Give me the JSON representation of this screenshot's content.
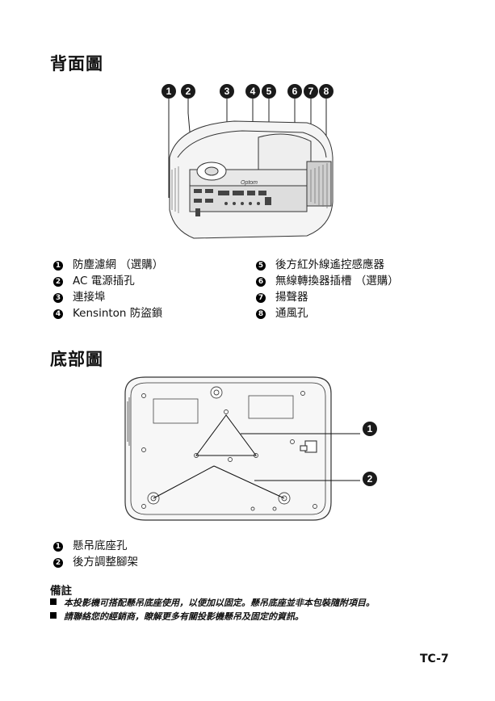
{
  "rear_view": {
    "heading": "背面圖",
    "callouts": [
      "1",
      "2",
      "3",
      "4",
      "5",
      "6",
      "7",
      "8"
    ],
    "brand_mark": "Optom",
    "items_left": [
      {
        "num": "1",
        "label": "防塵濾網 （選購）"
      },
      {
        "num": "2",
        "label": "AC 電源插孔"
      },
      {
        "num": "3",
        "label": "連接埠"
      },
      {
        "num": "4",
        "label": "Kensinton 防盜鎖"
      }
    ],
    "items_right": [
      {
        "num": "5",
        "label": "後方紅外線遙控感應器"
      },
      {
        "num": "6",
        "label": "無線轉換器插槽 （選購）"
      },
      {
        "num": "7",
        "label": "揚聲器"
      },
      {
        "num": "8",
        "label": "通風孔"
      }
    ]
  },
  "bottom_view": {
    "heading": "底部圖",
    "callouts": [
      "1",
      "2"
    ],
    "items": [
      {
        "num": "1",
        "label": "懸吊底座孔"
      },
      {
        "num": "2",
        "label": "後方調整腳架"
      }
    ]
  },
  "note": {
    "title": "備註",
    "lines": [
      "本投影機可搭配懸吊底座使用，以便加以固定。懸吊底座並非本包裝隨附項目。",
      "請聯絡您的經銷商，瞭解更多有關投影機懸吊及固定的資訊。"
    ]
  },
  "page_number": "TC-7"
}
